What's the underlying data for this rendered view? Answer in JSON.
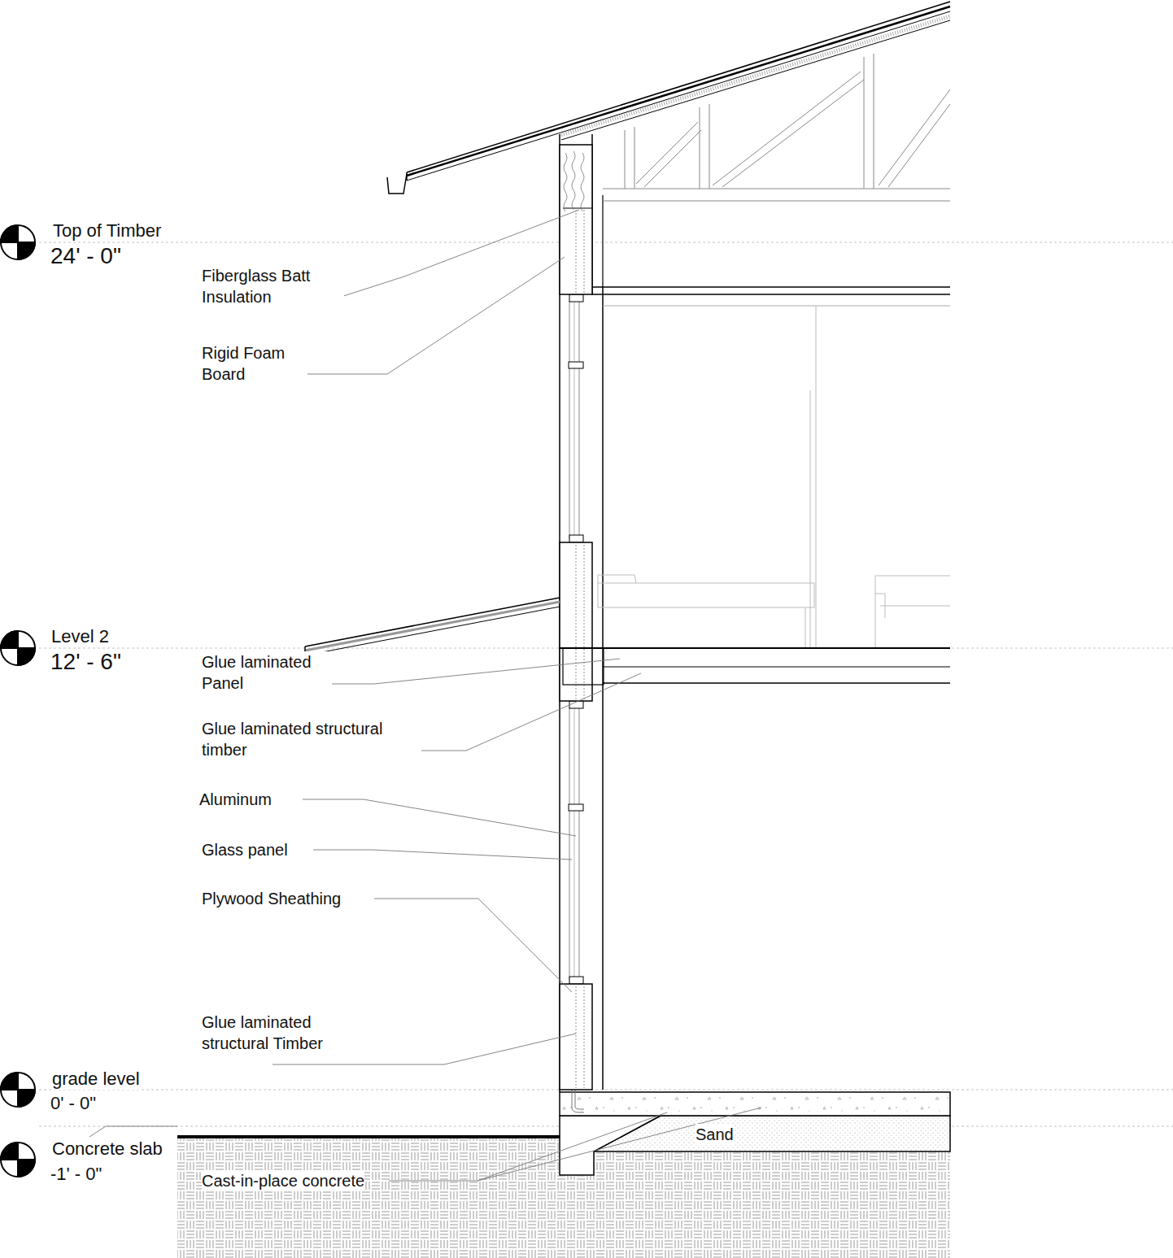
{
  "diagram": {
    "labels": [
      "Top of Timber",
      "24' - 0\"",
      "Fiberglass Batt Insulation",
      "Rigid Foam Board",
      "Level 2",
      "12' - 6\"",
      "Glue laminated Panel",
      "Glue laminated structural timber",
      "Aluminum",
      "Glass panel",
      "Plywood Sheathing",
      "Glue laminated structural Timber",
      "grade level",
      "0' - 0\"",
      "Concrete slab",
      "-1' - 0\"",
      "Cast-in-place concrete",
      "Sand"
    ]
  }
}
